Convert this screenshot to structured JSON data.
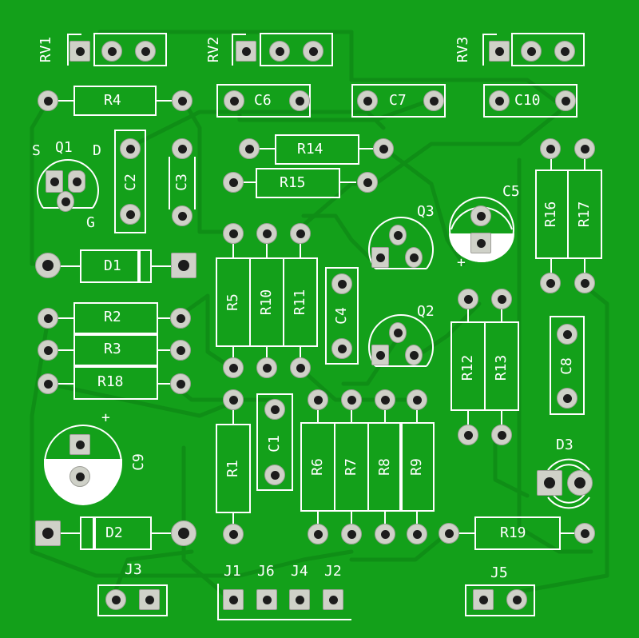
{
  "labels": {
    "RV1": "RV1",
    "RV2": "RV2",
    "RV3": "RV3",
    "R4": "R4",
    "C6": "C6",
    "C7": "C7",
    "C10": "C10",
    "Q1": "Q1",
    "S": "S",
    "D": "D",
    "G": "G",
    "C2": "C2",
    "C3": "C3",
    "R14": "R14",
    "R15": "R15",
    "Q3": "Q3",
    "C5": "C5",
    "R16": "R16",
    "R17": "R17",
    "D1": "D1",
    "R5": "R5",
    "R10": "R10",
    "R11": "R11",
    "C4": "C4",
    "Q2": "Q2",
    "R2": "R2",
    "R3": "R3",
    "R18": "R18",
    "R12": "R12",
    "R13": "R13",
    "C8": "C8",
    "C9": "C9",
    "C1": "C1",
    "R1": "R1",
    "R6": "R6",
    "R7": "R7",
    "R8": "R8",
    "R9": "R9",
    "D3": "D3",
    "D2": "D2",
    "R19": "R19",
    "J3": "J3",
    "J1": "J1",
    "J6": "J6",
    "J4": "J4",
    "J2": "J2",
    "J5": "J5",
    "plus": "+"
  },
  "colors": {
    "board": "#13a01a",
    "trace": "#0f8d15",
    "silk": "#ffffff",
    "pad": "#cfd1c8"
  }
}
